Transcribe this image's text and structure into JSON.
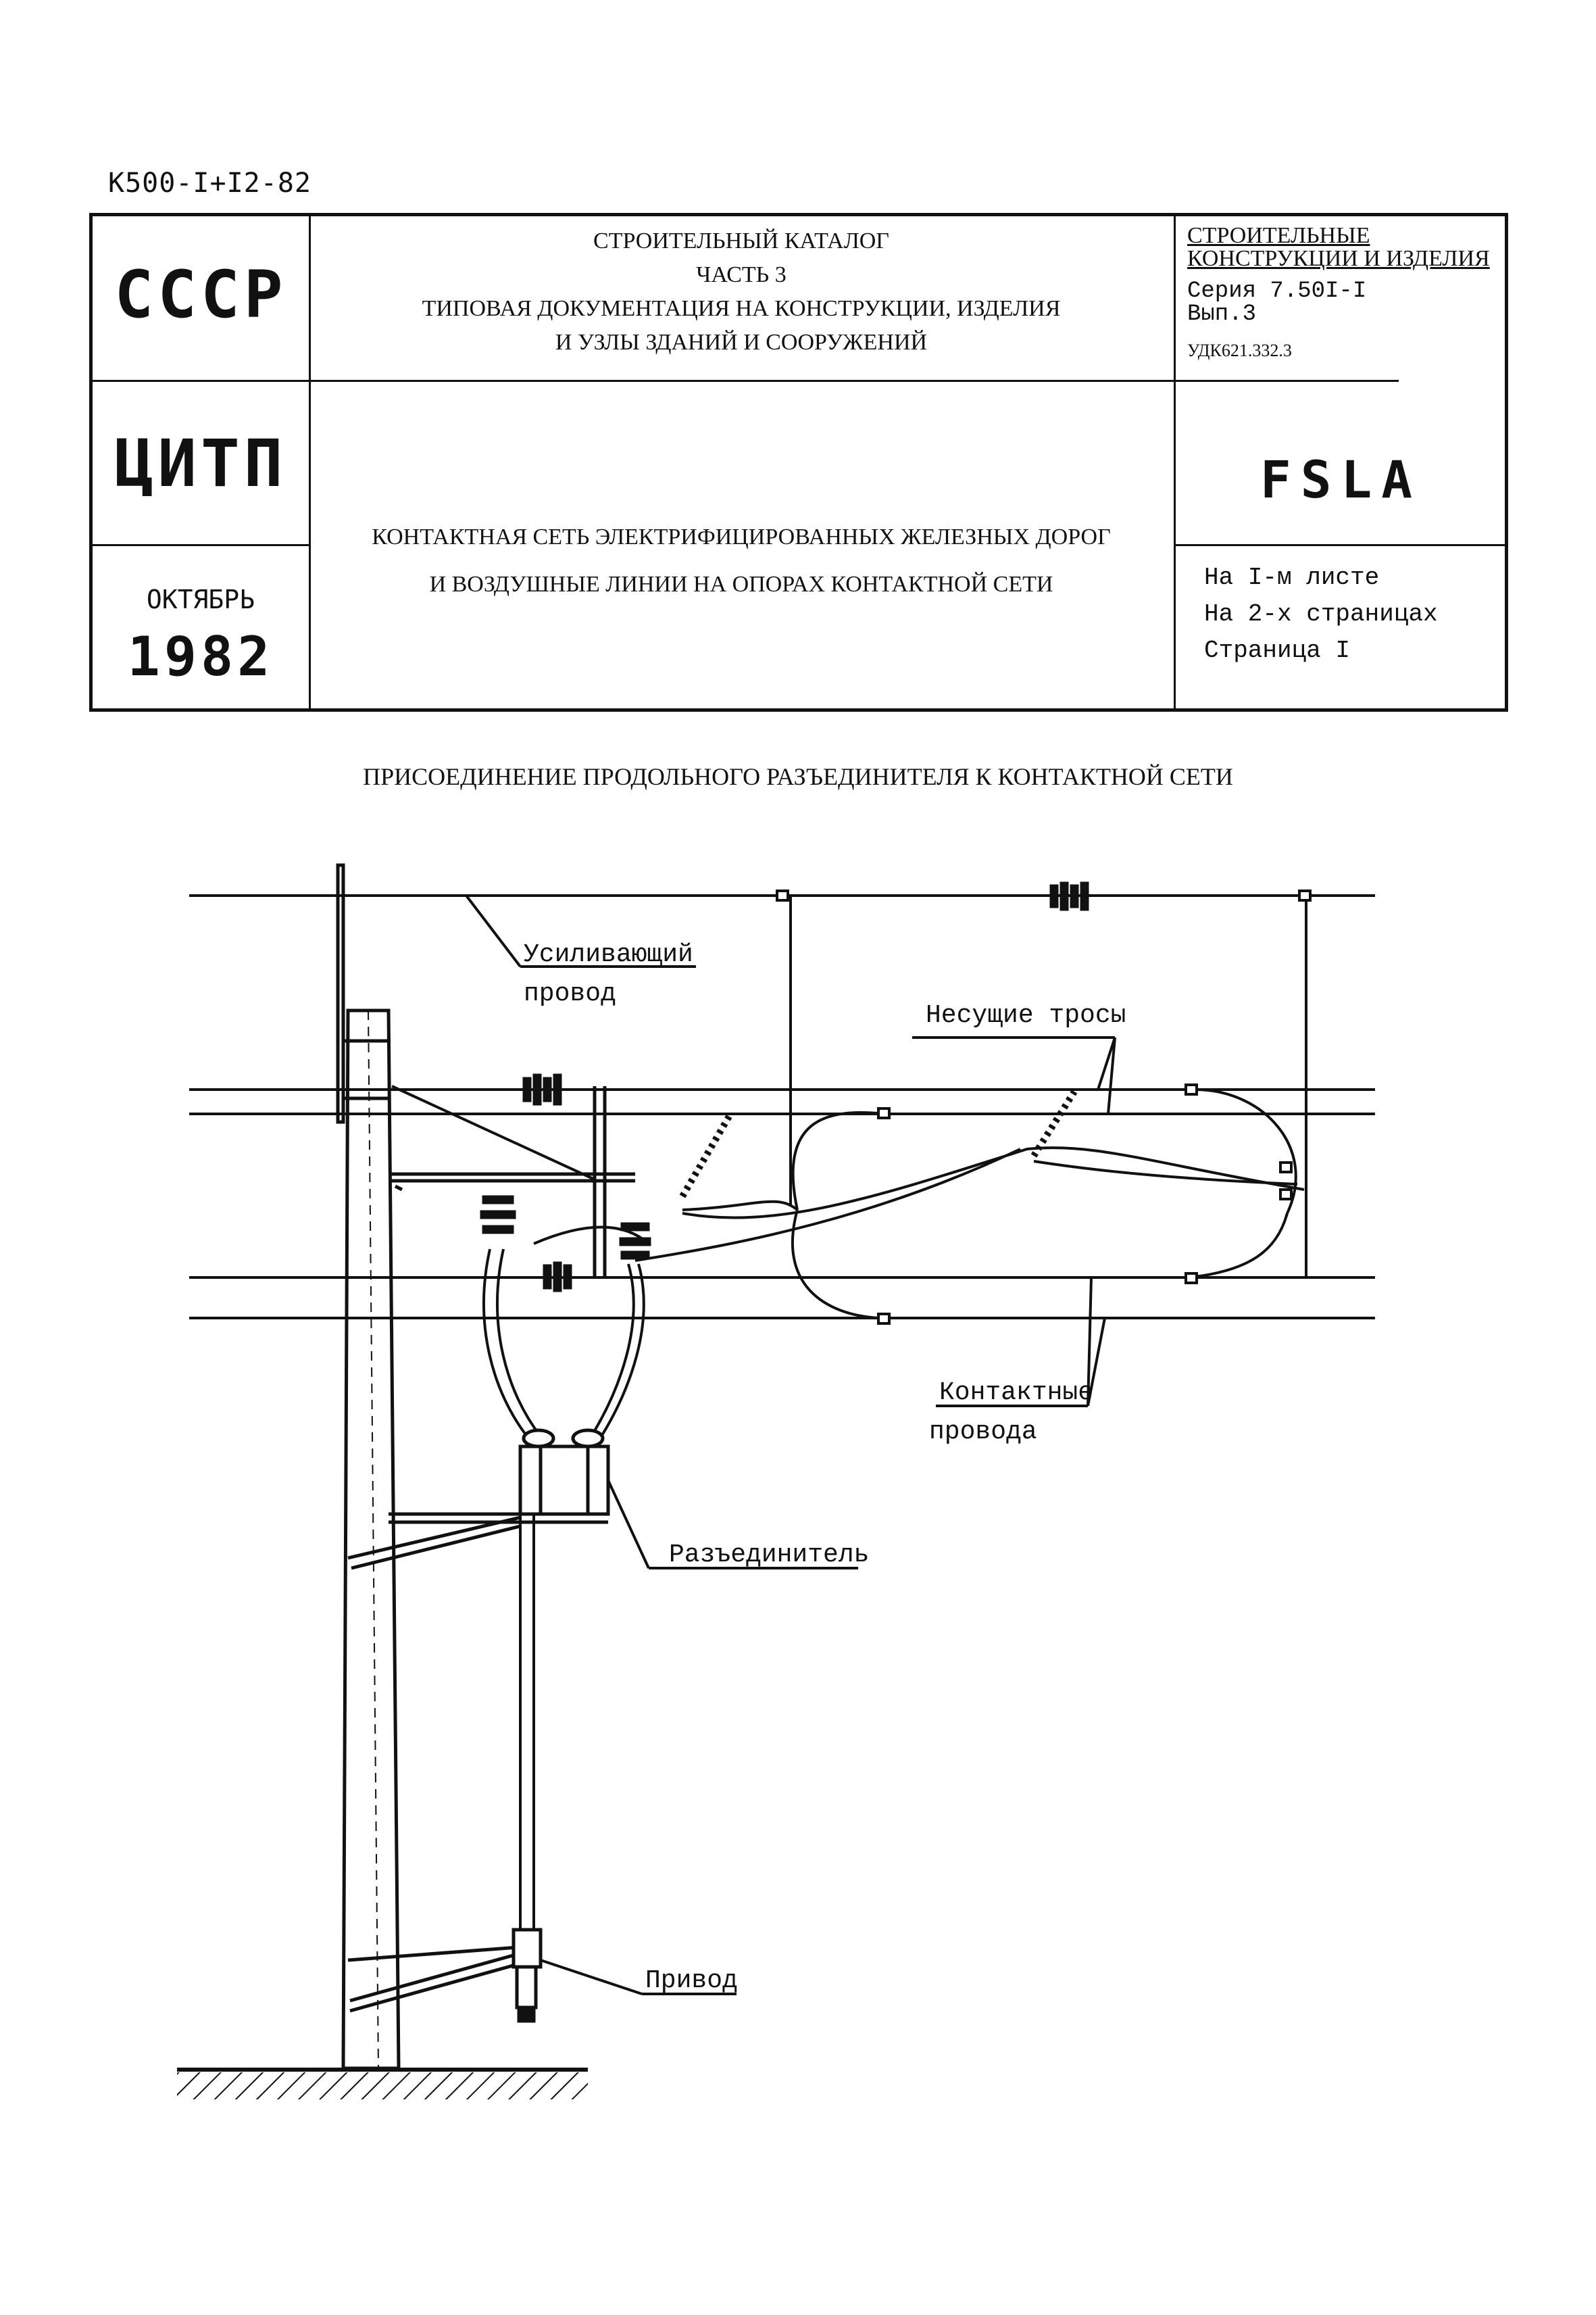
{
  "doc_code": "К500-I+I2-82",
  "stamp": {
    "org_top": "СССР",
    "org_mid": "ЦИТП",
    "month": "ОКТЯБРЬ",
    "year": "1982",
    "catalog_lines": [
      "СТРОИТЕЛЬНЫЙ КАТАЛОГ",
      "ЧАСТЬ 3",
      "ТИПОВАЯ ДОКУМЕНТАЦИЯ НА КОНСТРУКЦИИ, ИЗДЕЛИЯ",
      "И УЗЛЫ ЗДАНИЙ И СООРУЖЕНИЙ"
    ],
    "series_lines": [
      "СТРОИТЕЛЬНЫЕ",
      "КОНСТРУКЦИИ И ИЗДЕЛИЯ",
      "Серия 7.50I-I",
      "Вып.3",
      "УДК621.332.3"
    ],
    "code": "FSLA",
    "doc_title_lines": [
      "КОНТАКТНАЯ СЕТЬ ЭЛЕКТРИФИЦИРОВАННЫХ ЖЕЛЕЗНЫХ ДОРОГ",
      "И ВОЗДУШНЫЕ ЛИНИИ НА ОПОРАХ КОНТАКТНОЙ СЕТИ"
    ],
    "sheet_lines": [
      "На I-м листе",
      "На 2-х страницах",
      "Страница I"
    ]
  },
  "drawing": {
    "title": "ПРИСОЕДИНЕНИЕ ПРОДОЛЬНОГО РАЗЪЕДИНИТЕЛЯ К КОНТАКТНОЙ СЕТИ",
    "labels": {
      "reinforcing_wire_1": "Усиливающий",
      "reinforcing_wire_2": "провод",
      "catenary_wires": "Несущие тросы",
      "contact_wires_1": "Контактные",
      "contact_wires_2": "провода",
      "disconnector": "Разъединитель",
      "drive": "Привод"
    }
  }
}
